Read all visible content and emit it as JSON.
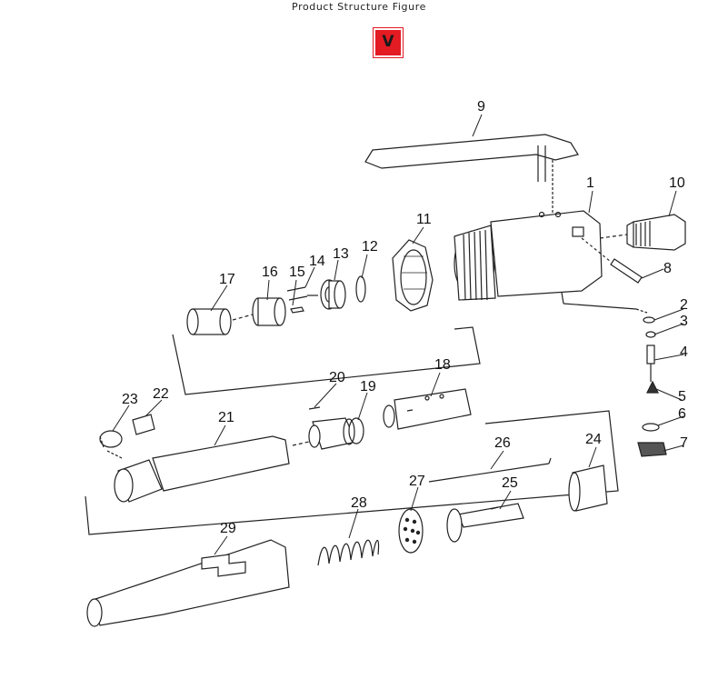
{
  "title": "Product Structure Figure",
  "badge": {
    "glyph": "V",
    "color": "#e31b23"
  },
  "part_numbers": [
    "1",
    "2",
    "3",
    "4",
    "5",
    "6",
    "7",
    "8",
    "9",
    "10",
    "11",
    "12",
    "13",
    "14",
    "15",
    "16",
    "17",
    "18",
    "19",
    "20",
    "21",
    "22",
    "23",
    "24",
    "25",
    "26",
    "27",
    "28",
    "29"
  ]
}
